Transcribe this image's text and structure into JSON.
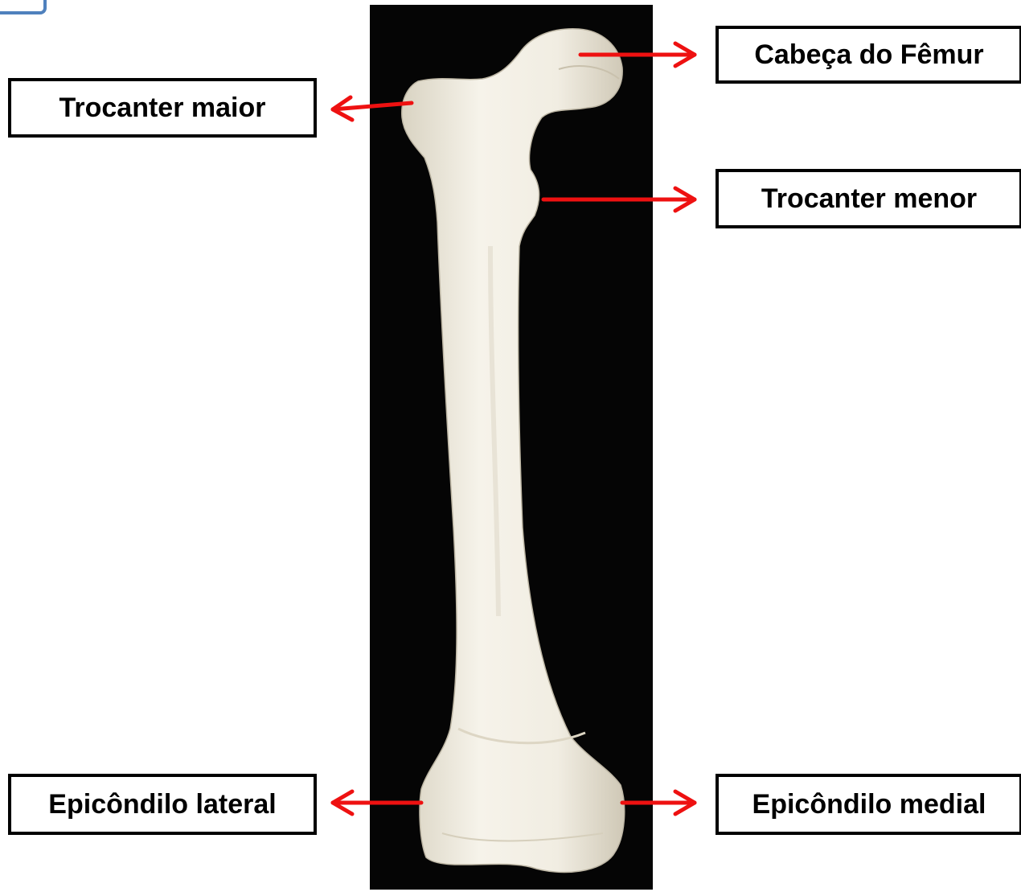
{
  "colors": {
    "background": "#ffffff",
    "photo_background": "#050505",
    "bone": "#f2eee2",
    "bone_shadow": "#cfc8b6",
    "arrow": "#ee1111",
    "label_border": "#000000",
    "corner_accent": "#4f81bd"
  },
  "labels": {
    "femur_head": "Cabeça do Fêmur",
    "greater_trochanter": "Trocanter maior",
    "lesser_trochanter": "Trocanter menor",
    "lateral_epicondyle": "Epicôndilo lateral",
    "medial_epicondyle": "Epicôndilo medial"
  }
}
